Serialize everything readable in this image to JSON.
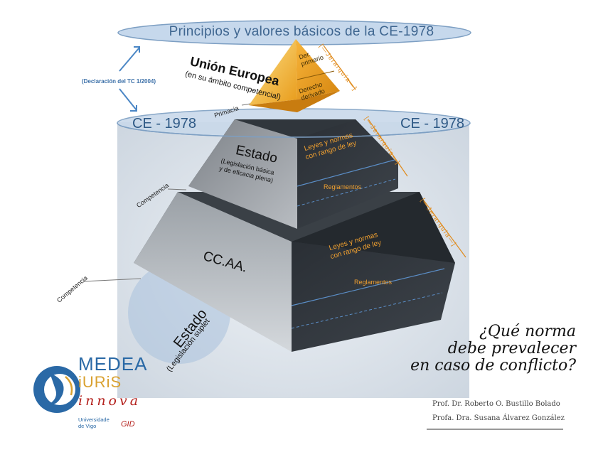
{
  "title": "Principios y valores básicos de la CE-1978",
  "ce_left": "CE - 1978",
  "ce_right": "CE - 1978",
  "declaracion": "(Declaración del TC 1/2004)",
  "union_europea": {
    "name": "Unión Europea",
    "subtitle": "(en su ámbito competencial)",
    "box_top_line1": "Der.",
    "box_top_line2": "primario",
    "box_bottom_line1": "Derecho",
    "box_bottom_line2": "derivado",
    "jerarquia": "[—Jerarquía—]"
  },
  "primacia": "Primacía",
  "estado_tier": {
    "name": "Estado",
    "sub_line1": "(Legislación básica",
    "sub_line2": "y de eficacia plena)",
    "leyes_line1": "Leyes y normas",
    "leyes_line2": "con rango de ley",
    "reglamentos": "Reglamentos",
    "jerarquia": "[—Jerarquía—]"
  },
  "competencia_1": "Competencia",
  "ccaa_tier": {
    "name": "CC.AA.",
    "leyes_line1": "Leyes y normas",
    "leyes_line2": "con rango de ley",
    "reglamentos": "Reglamentos",
    "jerarquia": "[—Jerarquía—]"
  },
  "competencia_2": "Competencia",
  "estado_supletoria": {
    "name": "Estado",
    "subtitle": "(Legislación suplet"
  },
  "question": {
    "line1": "¿Qué norma",
    "line2": "debe prevalecer",
    "line3": "en caso de conflicto?"
  },
  "authors": {
    "line1": "Prof. Dr. Roberto O. Bustillo Bolado",
    "line2": "Profa. Dra. Susana Álvarez González"
  },
  "logo": {
    "medea": "MEDEA",
    "iuris": "iURiS",
    "innova": "innova",
    "universidad_line1": "Universidade",
    "universidad_line2": "de Vigo",
    "gid": "GID"
  },
  "colors": {
    "ellipse_fill": "#c6d8ec",
    "ellipse_stroke": "#7d9fc3",
    "background_panel": "#dde4ec",
    "ue_gold": "#f2b12a",
    "pyramid_light": "#bfc3c8",
    "pyramid_dark": "#2e3338",
    "accent_orange": "#f0a030",
    "arrow_blue": "#4a86c5"
  }
}
